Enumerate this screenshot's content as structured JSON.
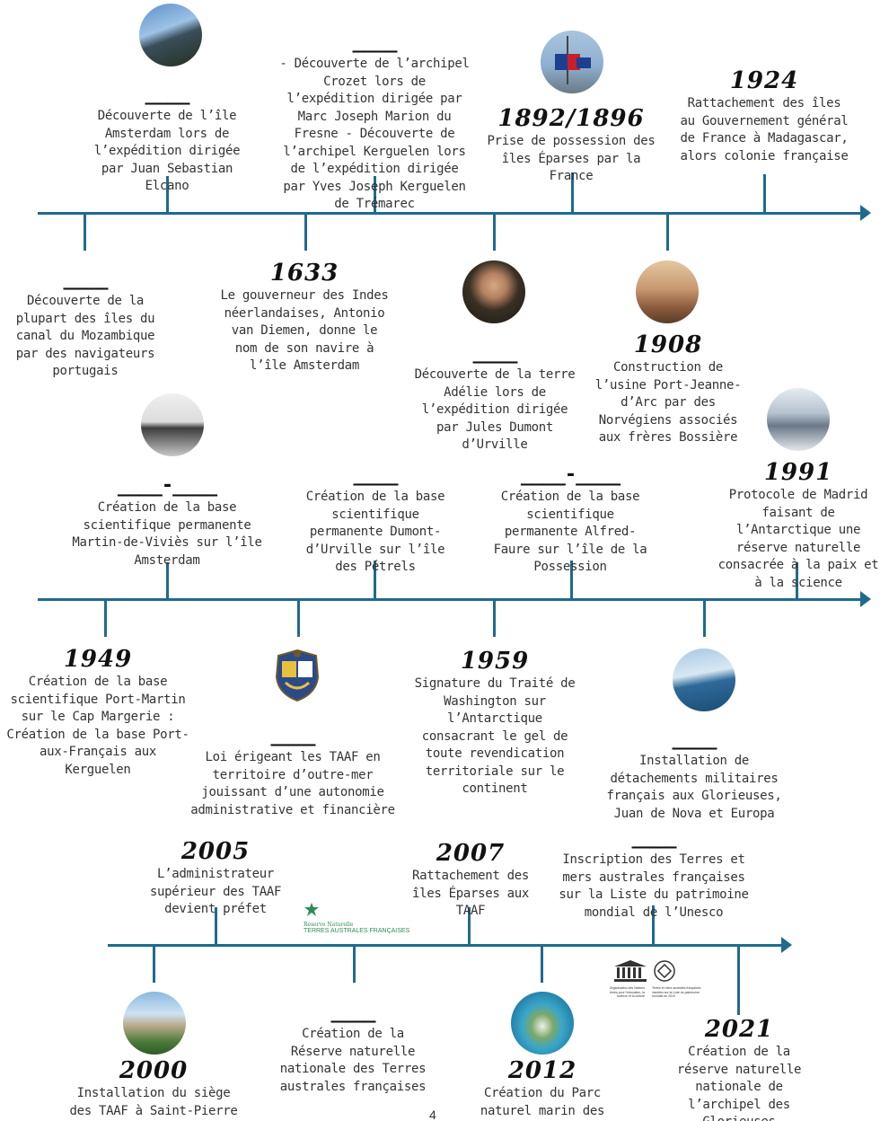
{
  "row1": {
    "above": [
      {
        "id": "elcano",
        "year": "____",
        "desc": "Découverte de l’île Amsterdam lors de l’expédition dirigée par Juan Sebastian Elcano"
      },
      {
        "id": "crozet",
        "year": "____",
        "desc": "- Découverte de l’archipel Crozet lors de l’expédition dirigée par Marc Joseph Marion du Fresne - Découverte de l’archipel Kerguelen lors de l’expédition dirigée par Yves Joseph Kerguelen de Trémarec"
      },
      {
        "id": "eparses",
        "year": "1892/1896",
        "desc": "Prise de possession des îles Éparses par la France"
      },
      {
        "id": "madagascar",
        "year": "1924",
        "desc": "Rattachement des îles au Gouvernement général de France à Madagascar, alors colonie française"
      }
    ],
    "below": [
      {
        "id": "mozambique",
        "year": "____",
        "desc": "Découverte de la plupart des îles du canal du Mozambique par des navigateurs portugais"
      },
      {
        "id": "vandiemen",
        "year": "1633",
        "desc": "Le gouverneur des Indes néerlandaises, Antonio van Diemen, donne le nom de son navire à l’île Amsterdam"
      },
      {
        "id": "adelie",
        "year": "____",
        "desc": "Découverte de la terre Adélie lors de l’expédition dirigée par Jules Dumont d’Urville"
      },
      {
        "id": "usine",
        "year": "1908",
        "desc": "Construction de l’usine Port-Jeanne-d’Arc par des Norvégiens associés aux frères Bossière"
      }
    ]
  },
  "row2": {
    "above": [
      {
        "id": "martinvivies",
        "year": "____-____",
        "desc": "Création de la base scientifique permanente Martin-de-Viviès sur l’île Amsterdam"
      },
      {
        "id": "dumontdurville",
        "year": "____",
        "desc": "Création de la base scientifique permanente Dumont-d’Urville sur l’île des Pétrels"
      },
      {
        "id": "alfredfaure",
        "year": "____-____",
        "desc": "Création de la base scientifique permanente Alfred-Faure sur l’île de la Possession"
      },
      {
        "id": "madrid",
        "year": "1991",
        "desc": "Protocole de Madrid faisant de l’Antarctique une réserve naturelle consacrée à la paix et à la science"
      }
    ],
    "below": [
      {
        "id": "portmartin",
        "year": "1949",
        "desc": "Création de la base scientifique Port-Martin sur le Cap Margerie : Création de la base Port-aux-Français aux Kerguelen"
      },
      {
        "id": "loitaaf",
        "year": "____",
        "desc": "Loi érigeant les TAAF en territoire d’outre-mer jouissant d’une autonomie administrative et financière"
      },
      {
        "id": "washington",
        "year": "1959",
        "desc": "Signature du Traité de Washington sur l’Antarctique consacrant le gel de toute revendication territoriale sur le continent"
      },
      {
        "id": "militaires",
        "year": "____",
        "desc": "Installation de détachements militaires français aux Glorieuses, Juan de Nova et Europa"
      }
    ]
  },
  "row3": {
    "above": [
      {
        "id": "prefet",
        "year": "2005",
        "desc": "L’administrateur supérieur des TAAF devient préfet"
      },
      {
        "id": "rattachement2007",
        "year": "2007",
        "desc": "Rattachement des îles Éparses aux TAAF"
      },
      {
        "id": "unesco",
        "year": "____",
        "desc": "Inscription des Terres et mers australes françaises sur la Liste du patrimoine mondial de l’Unesco"
      }
    ],
    "below": [
      {
        "id": "siege",
        "year": "2000",
        "desc": "Installation du siège des TAAF à Saint-Pierre de La Réunion"
      },
      {
        "id": "reserve",
        "year": "____",
        "desc": "Création de la Réserve naturelle nationale des Terres australes françaises"
      },
      {
        "id": "parc",
        "year": "2012",
        "desc": "Création du Parc naturel marin des Glorieuses"
      },
      {
        "id": "glorieuses2021",
        "year": "2021",
        "desc": "Création de la réserve naturelle nationale de l’archipel des Glorieuses"
      }
    ]
  },
  "logos": {
    "reserve_line1": "Réserve Naturelle",
    "reserve_line2": "TERRES AUSTRALES FRANÇAISES",
    "unesco_text": "Organisation des Nations Unies pour l’éducation, la science et la culture",
    "unesco_text2": "Terres et mers australes françaises inscrites sur la Liste du patrimoine mondial en 2019"
  },
  "page_number": "4",
  "colors": {
    "axis": "#1f6a8f"
  }
}
